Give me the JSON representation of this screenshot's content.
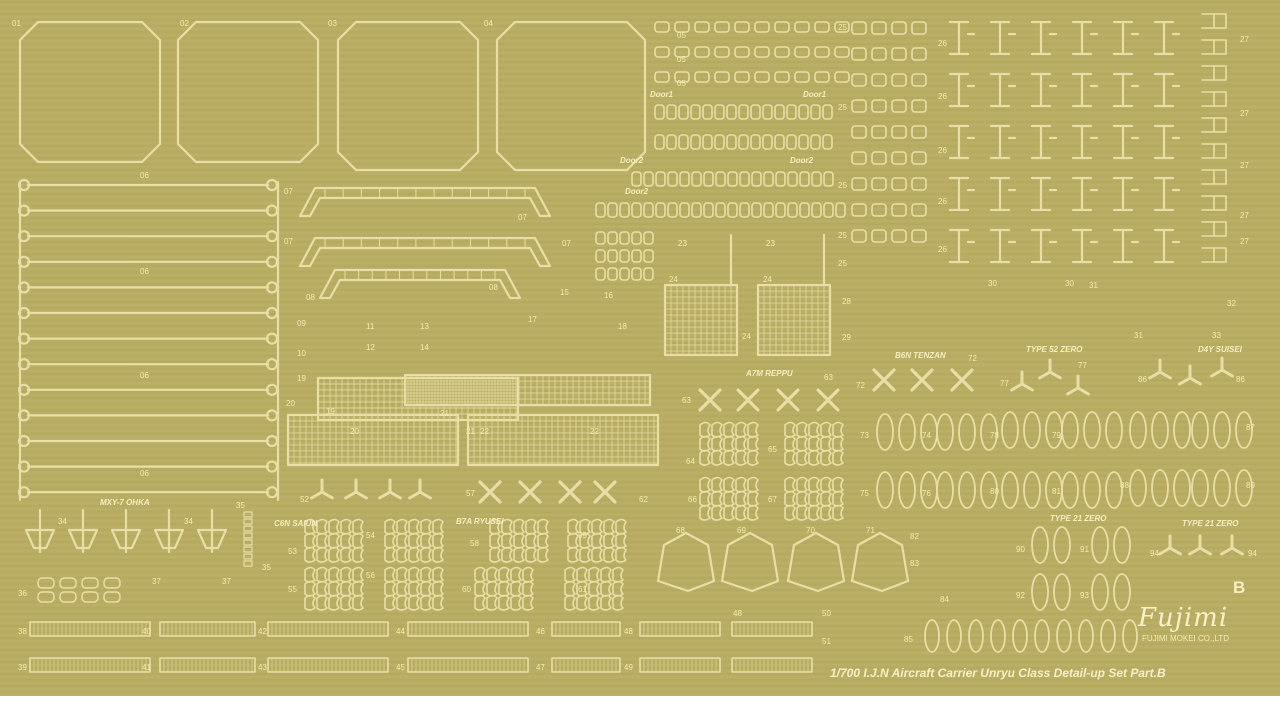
{
  "plate": {
    "brand": "Fujimi",
    "maker": "FUJIMI MOKEI CO.,LTD",
    "title": "1/700 I.J.N Aircraft Carrier Unryu Class Detail-up Set Part.B",
    "plate_letter": "B"
  },
  "colors": {
    "fret": "#b9ac63",
    "part": "#e9dfa6",
    "text": "#f4ecb0"
  },
  "names": [
    "MXY-7 OHKA",
    "C6N SAIUN",
    "B7A RYUSEI",
    "A7M REPPU",
    "B6N TENZAN",
    "TYPE 52 ZERO",
    "D4Y SUISEI",
    "TYPE 21 ZERO",
    "TYPE 21 ZERO",
    "Door1",
    "Door1",
    "Door2",
    "Door2",
    "Door2"
  ],
  "labels": [
    "01",
    "02",
    "03",
    "04",
    "05",
    "05",
    "05",
    "06",
    "06",
    "06",
    "06",
    "07",
    "07",
    "07",
    "07",
    "08",
    "08",
    "09",
    "10",
    "11",
    "12",
    "13",
    "14",
    "15",
    "16",
    "17",
    "18",
    "19",
    "19",
    "20",
    "20",
    "21",
    "21",
    "22",
    "22",
    "23",
    "23",
    "24",
    "24",
    "24",
    "25",
    "25",
    "25",
    "25",
    "25",
    "26",
    "26",
    "26",
    "26",
    "26",
    "27",
    "27",
    "27",
    "27",
    "27",
    "28",
    "29",
    "30",
    "30",
    "31",
    "31",
    "32",
    "33",
    "34",
    "34",
    "35",
    "35",
    "36",
    "37",
    "37",
    "38",
    "39",
    "40",
    "41",
    "42",
    "43",
    "44",
    "45",
    "46",
    "47",
    "48",
    "48",
    "49",
    "50",
    "51",
    "52",
    "53",
    "54",
    "55",
    "56",
    "57",
    "58",
    "59",
    "60",
    "61",
    "62",
    "63",
    "63",
    "64",
    "65",
    "66",
    "67",
    "68",
    "69",
    "70",
    "71",
    "72",
    "72",
    "73",
    "74",
    "75",
    "76",
    "77",
    "77",
    "78",
    "79",
    "80",
    "81",
    "82",
    "83",
    "84",
    "85",
    "86",
    "86",
    "87",
    "88",
    "89",
    "90",
    "91",
    "92",
    "93",
    "94",
    "94"
  ]
}
